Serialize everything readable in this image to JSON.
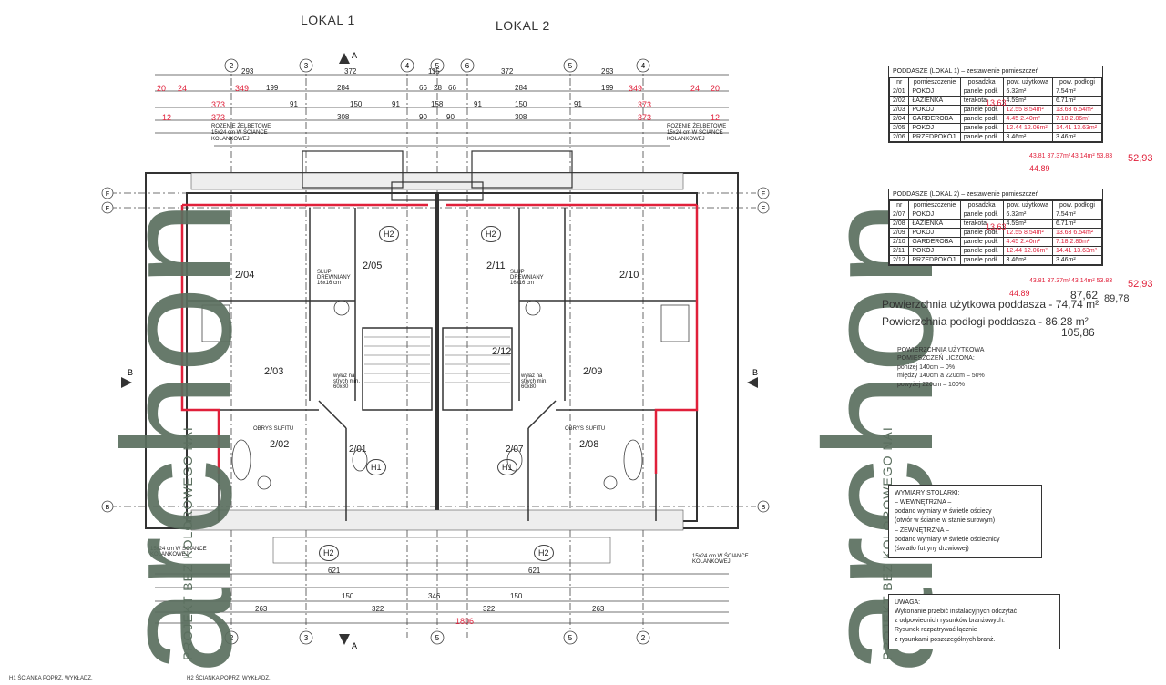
{
  "lokal_labels": [
    "LOKAL 1",
    "LOKAL 2"
  ],
  "axis_labels_top": [
    "2",
    "3",
    "4",
    "5",
    "6",
    "5",
    "4",
    "2"
  ],
  "axis_labels_side": [
    "F",
    "E",
    "B",
    "B"
  ],
  "section_marks": [
    "A",
    "A",
    "B",
    "B"
  ],
  "dims_top_row1": [
    "293",
    "372",
    "115",
    "372",
    "293"
  ],
  "dims_top_row2": [
    "20",
    "24",
    "349",
    "199",
    "284",
    "66",
    "28",
    "66",
    "284",
    "199",
    "349",
    "24",
    "20"
  ],
  "dims_top_row3": [
    "373",
    "91",
    "150",
    "91",
    "158",
    "91",
    "150",
    "91",
    "373"
  ],
  "dims_top_row4": [
    "12",
    "373",
    "308",
    "90",
    "90",
    "308",
    "373",
    "12"
  ],
  "dims_bottom_row1": [
    "621",
    "621"
  ],
  "dims_bottom_row2": [
    "150",
    "346",
    "150"
  ],
  "dims_bottom_row3": [
    "263",
    "322",
    "322",
    "263"
  ],
  "dims_bottom_total": "1806",
  "plan_notes": {
    "rozenie_left": "ROZENIE ŻELBETOWE 15x24 cm W ŚCIANCE KOLANKOWEJ",
    "rozenie_right": "ROZENIE ŻELBETOWE 15x24 cm W ŚCIANCE KOLANKOWEJ",
    "rozenie_bottom_left": "15x24 cm W ŚCIANCE KOLANKOWEJ",
    "rozenie_bottom_right": "15x24 cm W ŚCIANCE KOLANKOWEJ",
    "slup": "SLUP DREWNIANY 16x16 cm",
    "obrys": "OBRYS SUFITU",
    "wylaz": "wyłaz na strych min. 60x80"
  },
  "rooms_plan": [
    "2/04",
    "2/05",
    "2/03",
    "2/02",
    "2/01",
    "2/11",
    "2/12",
    "2/10",
    "2/09",
    "2/08",
    "2/07"
  ],
  "room_tags": [
    "H2",
    "H2",
    "H1",
    "H1",
    "H2",
    "H2"
  ],
  "table1": {
    "caption": "PODDASZE (LOKAL 1) – zestawienie pomieszczeń",
    "headers": [
      "nr",
      "pomieszczenie",
      "posadzka",
      "pow. użytkowa",
      "pow. podłogi"
    ],
    "rows": [
      [
        "2/01",
        "POKÓJ",
        "panele podł.",
        "6.32m²",
        "7.54m²"
      ],
      [
        "2/02",
        "ŁAZIENKA",
        "terakota",
        "4.59m²",
        "6.71m²"
      ],
      [
        "2/03",
        "POKÓJ",
        "panele podł.",
        "12.55 8.54m²",
        "13.63 6.54m²"
      ],
      [
        "2/04",
        "GARDEROBA",
        "panele podł.",
        "4.45 2.40m²",
        "7.18 2.86m²"
      ],
      [
        "2/05",
        "POKÓJ",
        "panele podł.",
        "12.44 12.06m²",
        "14.41 13.63m²"
      ],
      [
        "2/06",
        "PRZEDPOKÓJ",
        "panele podł.",
        "3.46m²",
        "3.46m²"
      ]
    ],
    "total_used": "43.81 37.37m²",
    "total_floor": "43.14m² 53.83",
    "hand_note_1": "13.63",
    "hand_note_2": "44.89",
    "hand_note_3": "52,93"
  },
  "table2": {
    "caption": "PODDASZE (LOKAL 2) – zestawienie pomieszczeń",
    "headers": [
      "nr",
      "pomieszczenie",
      "posadzka",
      "pow. użytkowa",
      "pow. podłogi"
    ],
    "rows": [
      [
        "2/07",
        "POKÓJ",
        "panele podł.",
        "6.32m²",
        "7.54m²"
      ],
      [
        "2/08",
        "ŁAZIENKA",
        "terakota",
        "4.59m²",
        "6.71m²"
      ],
      [
        "2/09",
        "POKÓJ",
        "panele podł.",
        "12.55 8.54m²",
        "13.63 6.54m²"
      ],
      [
        "2/10",
        "GARDEROBA",
        "panele podł.",
        "4.45 2.40m²",
        "7.18 2.86m²"
      ],
      [
        "2/11",
        "POKÓJ",
        "panele podł.",
        "12.44 12.06m²",
        "14.41 13.63m²"
      ],
      [
        "2/12",
        "PRZEDPOKÓJ",
        "panele podł.",
        "3.46m²",
        "3.46m²"
      ]
    ],
    "total_used": "43.81 37.37m²",
    "total_floor": "43.14m² 53.83",
    "hand_note_1": "13.63",
    "hand_note_2": "44.89",
    "hand_note_3": "52,93"
  },
  "summary": {
    "line1": "Powierzchnia użytkowa poddasza - 74,74 m²",
    "line1_red": "87,62",
    "line1_hand": "89,78",
    "line2": "Powierzchnia podłogi poddasza - 86,28 m²",
    "line2_red": "105,86"
  },
  "area_notes": [
    "POWIERZCHNIA UŻYTKOWA",
    "POMIESZCZEŃ LICZONA:",
    "poniżej 140cm – 0%",
    "między 140cm a 220cm – 50%",
    "powyżej 220cm – 100%"
  ],
  "joinery_box": [
    "WYMIARY STOLARKI:",
    "– WEWNĘTRZNA –",
    "podano wymiary w świetle ościeży",
    "(otwór w ścianie w stanie surowym)",
    "– ZEWNĘTRZNA –",
    "podano wymiary w świetle ościeżnicy",
    "(światło futryny drzwiowej)"
  ],
  "warning_box": [
    "UWAGA:",
    "Wykonanie przebić instalacyjnych odczytać",
    "z odpowiednich rysunków branżowych.",
    "Rysunek rozpatrywać łącznie",
    "z rysunkami poszczególnych branż."
  ],
  "watermark": {
    "word": "archon",
    "sub_left": "PROJEKT BEZ KOLOROWEGO NAI",
    "sub_right": "PROJEKT BEZ KOLOROWEGO NAI"
  },
  "legend": [
    "H1 ŚCIANKA POPRZ. WYKŁADZ.",
    "H2 ŚCIANKA POPRZ. WYKŁADZ."
  ],
  "colors": {
    "red": "#e0203a",
    "line": "#333333",
    "watermark": "#5b6f5f"
  }
}
